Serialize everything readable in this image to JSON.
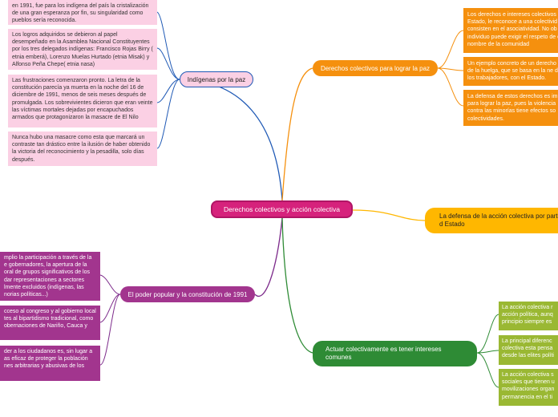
{
  "central": {
    "label": "Derechos colectivos y acción colectiva"
  },
  "branches": {
    "indigenas": {
      "label": "Indígenas por la paz",
      "color": "#fbd0e4",
      "notes": [
        "en 1991, fue para los indígena del país la cristalización de una gran esperanza por fin, su singularidad como pueblos sería reconocida.",
        "Los logros adquiridos se debieron al papel desempeñado en la Asamblea Nacional Constituyentes por los tres delegados indígenas: Francisco Rojas Birry ( etnia emberá), Lorenzo Muelas Hurtado (etnia Misak) y Alfonso Peña Chepe( etnia nasa)",
        "Las frustraciones comenzaron pronto. La letra de la constitución parecía ya muerta en la noche del 16 de diciembre de 1991, menos de seis meses después de promulgada. Los sobrevivientes dicieron que eran veinte las víctimas mortales dejadas por encapuchados armados que protagonizaron la masacre de El Nilo",
        "Nunca hubo una masacre como esta que marcará un contraste tan drástico entre la ilusión de haber obtenido la victoria del reconocimiento y la pesadilla, solo días después."
      ]
    },
    "poder": {
      "label": "El poder popular y la constitución de 1991",
      "color": "#a2358e",
      "notes": [
        "mplio la participación a través de la e gobernadores, la apertura de la oral de grupos significativos de los dar representaciones a sectores lmente  excluidos (indígenas, las norias políticas...)",
        "cceso al congreso y al gobierno local tes al bipartidismo tradicional, como obernaciones de Nariño, Cauca y",
        "der a los ciudadanos es, sin lugar a as eficaz de proteger la población nes arbitrarias y abusivas de los"
      ]
    },
    "derechos_paz": {
      "label": "Derechos colectivos para lograr la paz",
      "color": "#f5900e",
      "notes": [
        "Los derechos e intereses colectivos Estado, le reconoce a una colectivid consisten en el asociatividad. No ob individuo puede exigir el respeto de en nombre de la comunidad",
        "Un ejemplo concreto de un derecho de la huelga, que se basa en la ne de los trabajadores, con el Estado.",
        "La defensa de estos derechos es im para lograr la paz, pues la violencia contra las minorías tiene efectos so colectividades."
      ]
    },
    "defensa": {
      "label": "La defensa de la acción colectiva por parte d Estado",
      "color": "#ffb700"
    },
    "actuar": {
      "label": "Actuar colectivamente es tener intereses comunes",
      "color": "#2e8b35",
      "notes": [
        "La acción colectiva r acción política, aunq principio siempre es",
        "La principal diferenc colectiva esta pensa desde las elites políti",
        "La acción colectiva s sociales que tienen u movilizaciones organ permanencia en el ti"
      ]
    }
  }
}
